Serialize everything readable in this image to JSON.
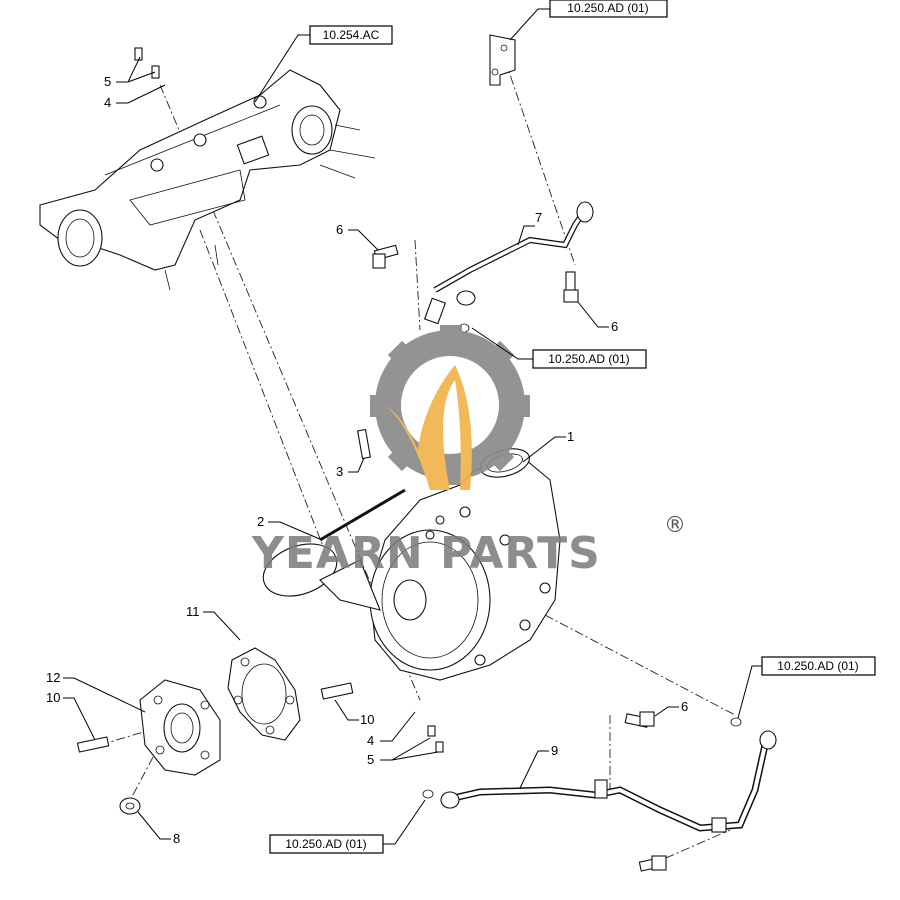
{
  "watermark": {
    "brand_text": "YEARN PARTS",
    "registered_mark": "®",
    "gear_color": "#8a8a8a",
    "flame_color": "#f0b44a"
  },
  "references": [
    {
      "id": "ref-10254ac",
      "label": "10.254.AC"
    },
    {
      "id": "ref-10250ad-top",
      "label": "10.250.AD (01)"
    },
    {
      "id": "ref-10250ad-mid",
      "label": "10.250.AD (01)"
    },
    {
      "id": "ref-10250ad-right",
      "label": "10.250.AD (01)"
    },
    {
      "id": "ref-10250ad-bottom",
      "label": "10.250.AD (01)"
    }
  ],
  "callouts": [
    "1",
    "2",
    "3",
    "4",
    "5",
    "6",
    "7",
    "8",
    "9",
    "10",
    "11",
    "12"
  ],
  "callout_instances": [
    {
      "num": "5"
    },
    {
      "num": "4"
    },
    {
      "num": "6"
    },
    {
      "num": "7"
    },
    {
      "num": "6"
    },
    {
      "num": "1"
    },
    {
      "num": "3"
    },
    {
      "num": "2"
    },
    {
      "num": "11"
    },
    {
      "num": "12"
    },
    {
      "num": "10"
    },
    {
      "num": "10"
    },
    {
      "num": "4"
    },
    {
      "num": "5"
    },
    {
      "num": "6"
    },
    {
      "num": "9"
    },
    {
      "num": "8"
    }
  ]
}
